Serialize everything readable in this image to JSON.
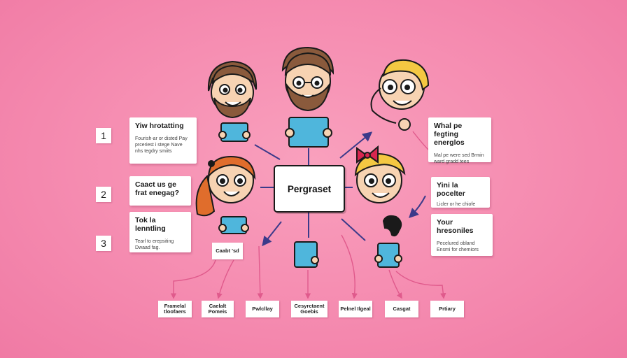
{
  "center": {
    "label": "Pergraset"
  },
  "numbers": [
    "1",
    "2",
    "3"
  ],
  "left_cards": [
    {
      "title": "Yiw hrotatting",
      "body": "Fourish-ar or disted Pay prceriest i stege Nave nhs tegdry smiits"
    },
    {
      "title": "Caact us ge frat enegag?",
      "body": ""
    },
    {
      "title": "Tok la lenntling",
      "body": "Tearl to erepsiting Dwaad fag."
    }
  ],
  "right_cards": [
    {
      "title": "Whal pe fegting energlos",
      "body": "Mal pe were sed Brmin ward gradd tees"
    },
    {
      "title": "Yini la pocelter",
      "body": "Licler or he chiofe"
    },
    {
      "title": "Your hresoniles",
      "body": "Pecelured obland Ensmi for chemiors"
    }
  ],
  "small_label": "Caabt 'sd",
  "bottom_labels": [
    "Framelal tloofaers",
    "Caelalt Pomeis",
    "Pwlcllay",
    "Cesyrctaent Goebis",
    "Pelnel Ilgeal",
    "Casgat",
    "Prtiary"
  ],
  "colors": {
    "background": "#f58bb0",
    "tablet": "#4fb6dc",
    "arrow_primary": "#3b3a8a",
    "arrow_secondary": "#e05a8c",
    "skin": "#f7d3b2",
    "hair_brown": "#8a5a3c",
    "hair_orange": "#e06d2c",
    "hair_blonde": "#f4c842",
    "bow": "#d8264f"
  }
}
